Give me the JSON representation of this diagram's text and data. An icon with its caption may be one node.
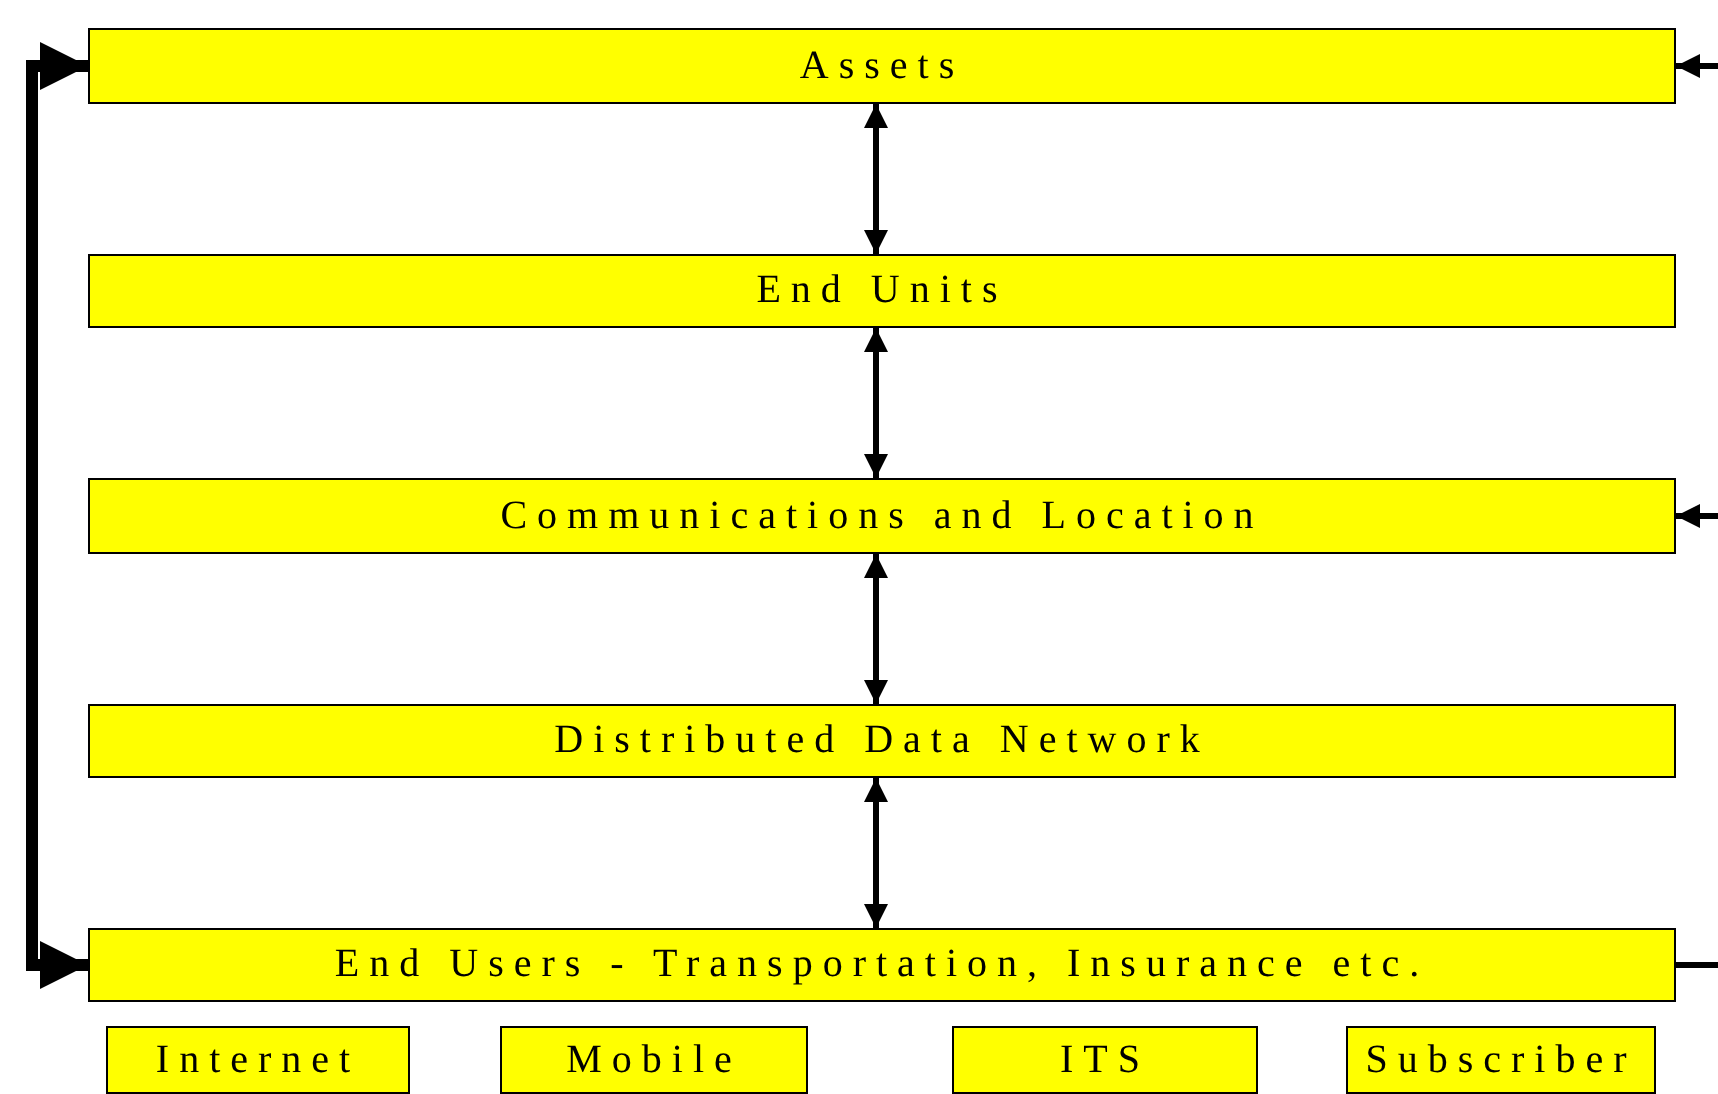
{
  "diagram": {
    "nodes": [
      {
        "text": [
          "Assets"
        ]
      },
      {
        "text": [
          "End Units"
        ]
      },
      {
        "text": [
          "Communications and Location"
        ]
      },
      {
        "text": [
          "Distributed Data Network"
        ]
      },
      {
        "text": [
          "End Users - Transportation, Insurance etc."
        ]
      },
      {
        "text": [
          "Internet"
        ]
      },
      {
        "text": [
          "Mobile"
        ]
      },
      {
        "text": [
          "ITS"
        ]
      },
      {
        "text": [
          "Subscriber"
        ]
      }
    ],
    "edges": [
      {
        "from": 0,
        "to": 1,
        "arrow": "both"
      },
      {
        "from": 1,
        "to": 2,
        "arrow": "both"
      },
      {
        "from": 2,
        "to": 3,
        "arrow": "both"
      },
      {
        "from": 3,
        "to": 4,
        "arrow": "both"
      },
      {
        "from": 4,
        "to": 0,
        "arrow": "both",
        "style": "thick"
      },
      {
        "from": null,
        "to": 0,
        "arrow": "to"
      },
      {
        "from": null,
        "to": 2,
        "arrow": "to"
      },
      {
        "from": 4,
        "to": null,
        "arrow": "none"
      }
    ]
  }
}
